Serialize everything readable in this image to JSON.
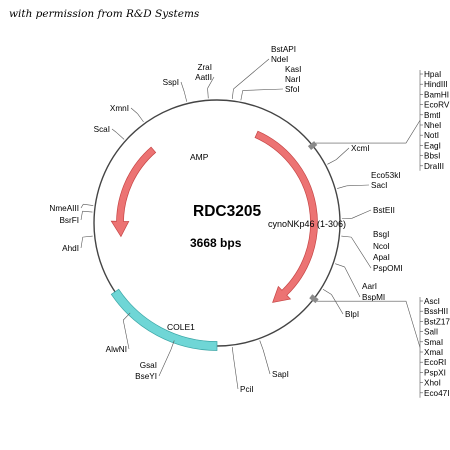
{
  "credit": "with permission from R&D Systems",
  "plasmid": {
    "name": "RDC3205",
    "insert": "cynoNKp46 (1-306)",
    "size_label": "3668 bps"
  },
  "colors": {
    "backbone": "#444444",
    "arrow_fill": "#ec7373",
    "arrow_stroke": "#c64545",
    "ori_fill": "#6fd6d6",
    "ori_stroke": "#3aa5a5",
    "mcs_box": "#8a8a8a"
  },
  "features": [
    {
      "id": "amp",
      "label": "AMP",
      "type": "arrow"
    },
    {
      "id": "insert",
      "label": "",
      "type": "arrow"
    },
    {
      "id": "ori",
      "label": "COLE1",
      "type": "block"
    }
  ],
  "sites": [
    {
      "id": "bstapi",
      "label": "BstAPI"
    },
    {
      "id": "ndei",
      "label": "NdeI"
    },
    {
      "id": "kasi",
      "label": "KasI"
    },
    {
      "id": "nari",
      "label": "NarI"
    },
    {
      "id": "sfoi",
      "label": "SfoI"
    },
    {
      "id": "zrai",
      "label": "ZraI"
    },
    {
      "id": "aatii",
      "label": "AatII"
    },
    {
      "id": "sspi",
      "label": "SspI"
    },
    {
      "id": "xmni",
      "label": "XmnI"
    },
    {
      "id": "scai",
      "label": "ScaI"
    },
    {
      "id": "nmeaiii",
      "label": "NmeAIII"
    },
    {
      "id": "bsrfi",
      "label": "BsrFI"
    },
    {
      "id": "ahdi",
      "label": "AhdI"
    },
    {
      "id": "alwni",
      "label": "AlwNI"
    },
    {
      "id": "gsai",
      "label": "GsaI"
    },
    {
      "id": "bseyi",
      "label": "BseYI"
    },
    {
      "id": "pcii",
      "label": "PciI"
    },
    {
      "id": "sapi",
      "label": "SapI"
    },
    {
      "id": "blpi",
      "label": "BlpI"
    },
    {
      "id": "aari",
      "label": "AarI"
    },
    {
      "id": "bspmi",
      "label": "BspMI"
    },
    {
      "id": "bsgi",
      "label": "BsgI"
    },
    {
      "id": "ncoi",
      "label": "NcoI"
    },
    {
      "id": "apai",
      "label": "ApaI"
    },
    {
      "id": "pspomi",
      "label": "PspOMI"
    },
    {
      "id": "bsteii",
      "label": "BstEII"
    },
    {
      "id": "eco53ki",
      "label": "Eco53kI"
    },
    {
      "id": "saci",
      "label": "SacI"
    },
    {
      "id": "xcmi",
      "label": "XcmI"
    }
  ],
  "mcs1": [
    "HpaI",
    "HindIII",
    "BamHI",
    "EcoRV",
    "BmtI",
    "NheI",
    "NotI",
    "EagI",
    "BbsI",
    "DraIII"
  ],
  "mcs2": [
    "AscI",
    "BssHII",
    "BstZ17I",
    "SalI",
    "SmaI",
    "XmaI",
    "EcoRI",
    "PspXI",
    "XhoI",
    "Eco47III"
  ]
}
